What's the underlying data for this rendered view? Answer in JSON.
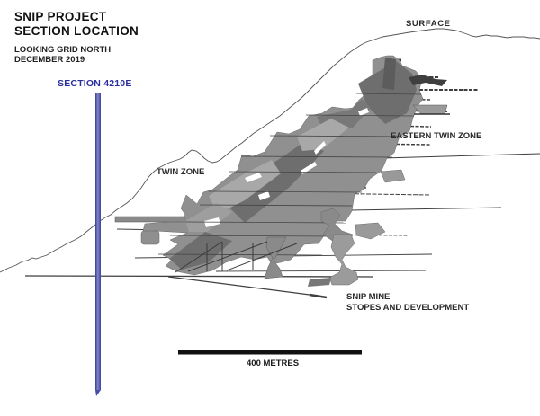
{
  "header": {
    "title_line1": "SNIP PROJECT",
    "title_line2": "SECTION LOCATION",
    "subtitle_line1": "LOOKING GRID NORTH",
    "subtitle_line2": "DECEMBER 2019"
  },
  "section_marker": {
    "label": "SECTION 4210E",
    "label_color": "#2b2f9e",
    "line_color": "#3c41a0"
  },
  "annotations": {
    "surface": "SURFACE",
    "eastern_twin_zone": "EASTERN TWIN ZONE",
    "twin_zone": "TWIN ZONE",
    "snip_mine_line1": "SNIP MINE",
    "snip_mine_line2": "STOPES AND DEVELOPMENT"
  },
  "scale_bar": {
    "label": "400 METRES",
    "length_metres": 400
  },
  "colors": {
    "ink": "#1f1f1f",
    "surface_line": "#555555",
    "workings_gray": "#8f8f8f",
    "workings_dark": "#6e6e6e",
    "workings_light": "#a8a8a8"
  }
}
